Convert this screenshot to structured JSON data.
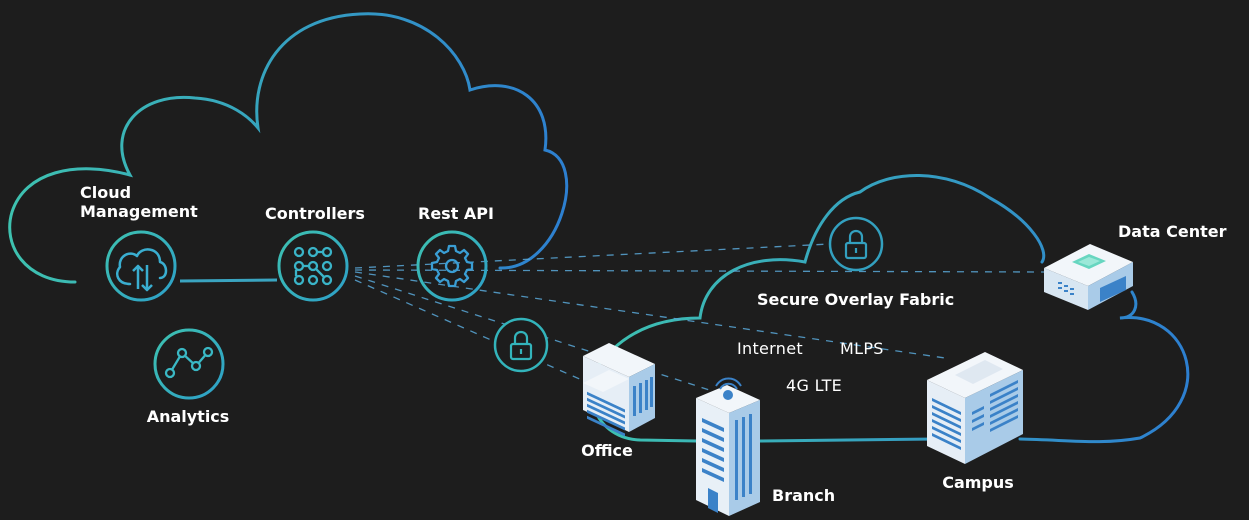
{
  "cloud_labels": {
    "cloud_management": "Cloud\nManagement",
    "controllers": "Controllers",
    "rest_api": "Rest API",
    "analytics": "Analytics"
  },
  "fabric": {
    "title": "Secure Overlay Fabric",
    "networks": [
      "Internet",
      "MLPS",
      "4G LTE"
    ]
  },
  "sites": {
    "data_center": "Data Center",
    "office": "Office",
    "branch": "Branch",
    "campus": "Campus"
  },
  "colors": {
    "background": "#1d1d1d",
    "gradient_start": "#3ec2b0",
    "gradient_end": "#2d7fd0",
    "label": "#ffffff",
    "building_face": "#e9f1f8",
    "building_side": "#9fc4e4",
    "window": "#3b82c8"
  },
  "icons": [
    "cloud-sync-icon",
    "controllers-grid-icon",
    "gear-icon",
    "analytics-trend-icon",
    "padlock-icon"
  ]
}
